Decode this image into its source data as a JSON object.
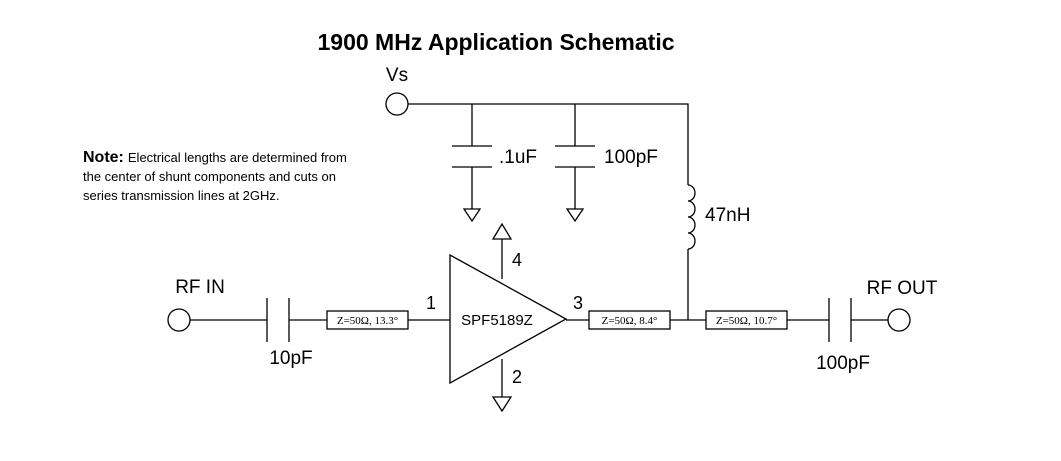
{
  "title": "1900 MHz Application Schematic",
  "note": {
    "heading": "Note:",
    "line1": "Electrical lengths are determined from",
    "line2": "the center of shunt components and cuts on",
    "line3": "series transmission lines at 2GHz."
  },
  "supply_label": "Vs",
  "rf_in_label": "RF IN",
  "rf_out_label": "RF OUT",
  "amplifier": {
    "part_number": "SPF5189Z",
    "pin_input": "1",
    "pin_ground": "2",
    "pin_output": "3",
    "pin_top": "4"
  },
  "components": {
    "cap_bypass_large": ".1uF",
    "cap_bypass_small": "100pF",
    "inductor": "47nH",
    "cap_input": "10pF",
    "cap_output": "100pF"
  },
  "transmission_lines": {
    "input": "Z=50Ω, 13.3°",
    "output_1": "Z=50Ω, 8.4°",
    "output_2": "Z=50Ω, 10.7°"
  }
}
